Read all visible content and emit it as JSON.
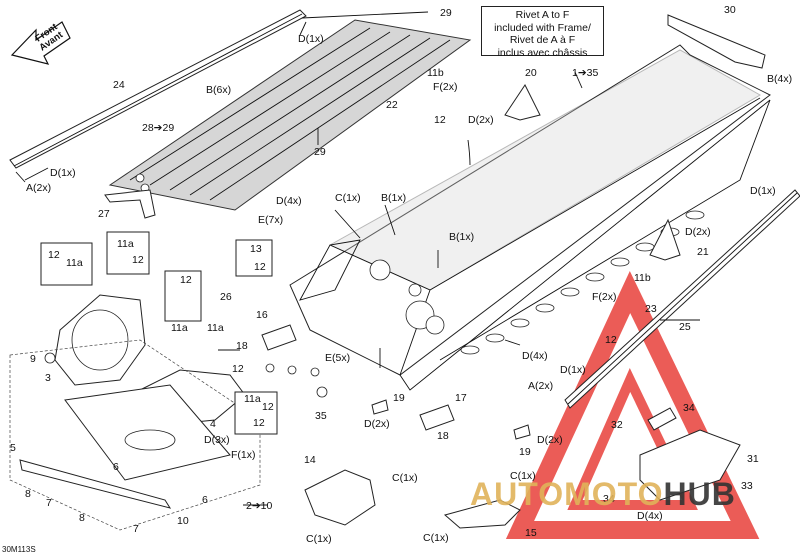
{
  "diagram": {
    "note_lines": [
      "Rivet A to F",
      "included with Frame/",
      "Rivet de A à F",
      "inclus avec châssis"
    ],
    "front_label": [
      "Front",
      "Avant"
    ],
    "drawing_code": "30M113S",
    "watermark": {
      "part1": "AUTOMOTO",
      "part2": "HUB",
      "accent": "#e0b35a",
      "red": "#e8403a"
    },
    "labels": [
      {
        "id": "l29a",
        "text": "29"
      },
      {
        "id": "l29b",
        "text": "29"
      },
      {
        "id": "lD1a",
        "text": "D(1x)"
      },
      {
        "id": "l24",
        "text": "24"
      },
      {
        "id": "lB6",
        "text": "B(6x)"
      },
      {
        "id": "l2829",
        "text": "28➔29"
      },
      {
        "id": "lD1b",
        "text": "D(1x)"
      },
      {
        "id": "lA2a",
        "text": "A(2x)"
      },
      {
        "id": "l27",
        "text": "27"
      },
      {
        "id": "l135",
        "text": "1➔35"
      },
      {
        "id": "l11b",
        "text": "11b"
      },
      {
        "id": "lF2a",
        "text": "F(2x)"
      },
      {
        "id": "l22",
        "text": "22"
      },
      {
        "id": "l12a",
        "text": "12"
      },
      {
        "id": "l20",
        "text": "20"
      },
      {
        "id": "lD2a",
        "text": "D(2x)"
      },
      {
        "id": "l30",
        "text": "30"
      },
      {
        "id": "lB4",
        "text": "B(4x)"
      },
      {
        "id": "lD4a",
        "text": "D(4x)"
      },
      {
        "id": "lC1a",
        "text": "C(1x)"
      },
      {
        "id": "lB1a",
        "text": "B(1x)"
      },
      {
        "id": "lE7",
        "text": "E(7x)"
      },
      {
        "id": "lB1b",
        "text": "B(1x)"
      },
      {
        "id": "l13",
        "text": "13"
      },
      {
        "id": "l12b",
        "text": "12"
      },
      {
        "id": "l26",
        "text": "26"
      },
      {
        "id": "l12c",
        "text": "12"
      },
      {
        "id": "l11a1",
        "text": "11a"
      },
      {
        "id": "l11a2",
        "text": "11a"
      },
      {
        "id": "l12d",
        "text": "12"
      },
      {
        "id": "l12e",
        "text": "12"
      },
      {
        "id": "l11a3",
        "text": "11a"
      },
      {
        "id": "l11a4",
        "text": "11a"
      },
      {
        "id": "l12f",
        "text": "12"
      },
      {
        "id": "l16",
        "text": "16"
      },
      {
        "id": "l18a",
        "text": "18"
      },
      {
        "id": "l9",
        "text": "9"
      },
      {
        "id": "l3",
        "text": "3"
      },
      {
        "id": "lE5",
        "text": "E(5x)"
      },
      {
        "id": "l35",
        "text": "35"
      },
      {
        "id": "l19a",
        "text": "19"
      },
      {
        "id": "lD2b",
        "text": "D(2x)"
      },
      {
        "id": "l17",
        "text": "17"
      },
      {
        "id": "l18b",
        "text": "18"
      },
      {
        "id": "l19b",
        "text": "19"
      },
      {
        "id": "lD2c",
        "text": "D(2x)"
      },
      {
        "id": "lD1c",
        "text": "D(1x)"
      },
      {
        "id": "lD2d",
        "text": "D(2x)"
      },
      {
        "id": "l21",
        "text": "21"
      },
      {
        "id": "l11b2",
        "text": "11b"
      },
      {
        "id": "lF2b",
        "text": "F(2x)"
      },
      {
        "id": "l23",
        "text": "23"
      },
      {
        "id": "l25",
        "text": "25"
      },
      {
        "id": "l12g",
        "text": "12"
      },
      {
        "id": "lD4b",
        "text": "D(4x)"
      },
      {
        "id": "lD1d",
        "text": "D(1x)"
      },
      {
        "id": "lA2b",
        "text": "A(2x)"
      },
      {
        "id": "l34a",
        "text": "34"
      },
      {
        "id": "l32",
        "text": "32"
      },
      {
        "id": "l31",
        "text": "31"
      },
      {
        "id": "l33",
        "text": "33"
      },
      {
        "id": "l34b",
        "text": "34"
      },
      {
        "id": "lD4c",
        "text": "D(4x)"
      },
      {
        "id": "l11a5",
        "text": "11a"
      },
      {
        "id": "l12h",
        "text": "12"
      },
      {
        "id": "l12i",
        "text": "12"
      },
      {
        "id": "l4",
        "text": "4"
      },
      {
        "id": "lD3",
        "text": "D(3x)"
      },
      {
        "id": "lF1",
        "text": "F(1x)"
      },
      {
        "id": "l5",
        "text": "5"
      },
      {
        "id": "l6a",
        "text": "6"
      },
      {
        "id": "l6b",
        "text": "6"
      },
      {
        "id": "l8a",
        "text": "8"
      },
      {
        "id": "l7a",
        "text": "7"
      },
      {
        "id": "l8b",
        "text": "8"
      },
      {
        "id": "l7b",
        "text": "7"
      },
      {
        "id": "l10",
        "text": "10"
      },
      {
        "id": "l210",
        "text": "2➔10"
      },
      {
        "id": "l14",
        "text": "14"
      },
      {
        "id": "lC1b",
        "text": "C(1x)"
      },
      {
        "id": "lC1c",
        "text": "C(1x)"
      },
      {
        "id": "lC1d",
        "text": "C(1x)"
      },
      {
        "id": "lC1e",
        "text": "C(1x)"
      },
      {
        "id": "l15",
        "text": "15"
      }
    ]
  }
}
